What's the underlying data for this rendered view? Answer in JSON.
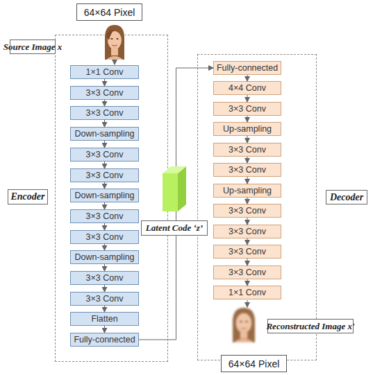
{
  "diagram": {
    "nodes": [
      {
        "text": [
          "64×64 Pixel"
        ]
      },
      {
        "text": [
          "Source Image x"
        ]
      },
      {
        "text": [
          "Encoder"
        ]
      },
      {
        "text": [
          "1×1 Conv"
        ],
        "in": 2
      },
      {
        "text": [
          "3×3 Conv"
        ],
        "in": 2
      },
      {
        "text": [
          "3×3 Conv"
        ],
        "in": 2
      },
      {
        "text": [
          "Down-sampling"
        ],
        "in": 2
      },
      {
        "text": [
          "3×3 Conv"
        ],
        "in": 2
      },
      {
        "text": [
          "3×3 Conv"
        ],
        "in": 2
      },
      {
        "text": [
          "Down-sampling"
        ],
        "in": 2
      },
      {
        "text": [
          "3×3 Conv"
        ],
        "in": 2
      },
      {
        "text": [
          "3×3 Conv"
        ],
        "in": 2
      },
      {
        "text": [
          "Down-sampling"
        ],
        "in": 2
      },
      {
        "text": [
          "3×3 Conv"
        ],
        "in": 2
      },
      {
        "text": [
          "3×3 Conv"
        ],
        "in": 2
      },
      {
        "text": [
          "Flatten"
        ],
        "in": 2
      },
      {
        "text": [
          "Fully-connected"
        ],
        "in": 2
      },
      {
        "text": [
          "Latent Code ‘z’"
        ]
      },
      {
        "text": [
          "Decoder"
        ]
      },
      {
        "text": [
          "Fully-connected"
        ],
        "in": 18
      },
      {
        "text": [
          "4×4 Conv"
        ],
        "in": 18
      },
      {
        "text": [
          "3×3 Conv"
        ],
        "in": 18
      },
      {
        "text": [
          "Up-sampling"
        ],
        "in": 18
      },
      {
        "text": [
          "3×3 Conv"
        ],
        "in": 18
      },
      {
        "text": [
          "3×3 Conv"
        ],
        "in": 18
      },
      {
        "text": [
          "Up-sampling"
        ],
        "in": 18
      },
      {
        "text": [
          "3×3 Conv"
        ],
        "in": 18
      },
      {
        "text": [
          "3×3 Conv"
        ],
        "in": 18
      },
      {
        "text": [
          "3×3 Conv"
        ],
        "in": 18
      },
      {
        "text": [
          "3×3 Conv"
        ],
        "in": 18
      },
      {
        "text": [
          "1×1 Conv"
        ],
        "in": 18
      },
      {
        "text": [
          "Reconstructed Image x'"
        ]
      },
      {
        "text": [
          "64×64 Pixel"
        ]
      }
    ],
    "edges": [
      {
        "from": 3,
        "to": 4,
        "arrow": "to"
      },
      {
        "from": 4,
        "to": 5,
        "arrow": "to"
      },
      {
        "from": 5,
        "to": 6,
        "arrow": "to"
      },
      {
        "from": 6,
        "to": 7,
        "arrow": "to"
      },
      {
        "from": 7,
        "to": 8,
        "arrow": "to"
      },
      {
        "from": 8,
        "to": 9,
        "arrow": "to"
      },
      {
        "from": 9,
        "to": 10,
        "arrow": "to"
      },
      {
        "from": 10,
        "to": 11,
        "arrow": "to"
      },
      {
        "from": 11,
        "to": 12,
        "arrow": "to"
      },
      {
        "from": 12,
        "to": 13,
        "arrow": "to"
      },
      {
        "from": 13,
        "to": 14,
        "arrow": "to"
      },
      {
        "from": 14,
        "to": 15,
        "arrow": "to"
      },
      {
        "from": 15,
        "to": 16,
        "arrow": "to"
      },
      {
        "from": 16,
        "to": 19,
        "arrow": "to"
      },
      {
        "from": 19,
        "to": 20,
        "arrow": "to"
      },
      {
        "from": 20,
        "to": 21,
        "arrow": "to"
      },
      {
        "from": 21,
        "to": 22,
        "arrow": "to"
      },
      {
        "from": 22,
        "to": 23,
        "arrow": "to"
      },
      {
        "from": 23,
        "to": 24,
        "arrow": "to"
      },
      {
        "from": 24,
        "to": 25,
        "arrow": "to"
      },
      {
        "from": 25,
        "to": 26,
        "arrow": "to"
      },
      {
        "from": 26,
        "to": 27,
        "arrow": "to"
      },
      {
        "from": 27,
        "to": 28,
        "arrow": "to"
      },
      {
        "from": 28,
        "to": 29,
        "arrow": "to"
      },
      {
        "from": 29,
        "to": 30,
        "arrow": "to"
      }
    ]
  }
}
